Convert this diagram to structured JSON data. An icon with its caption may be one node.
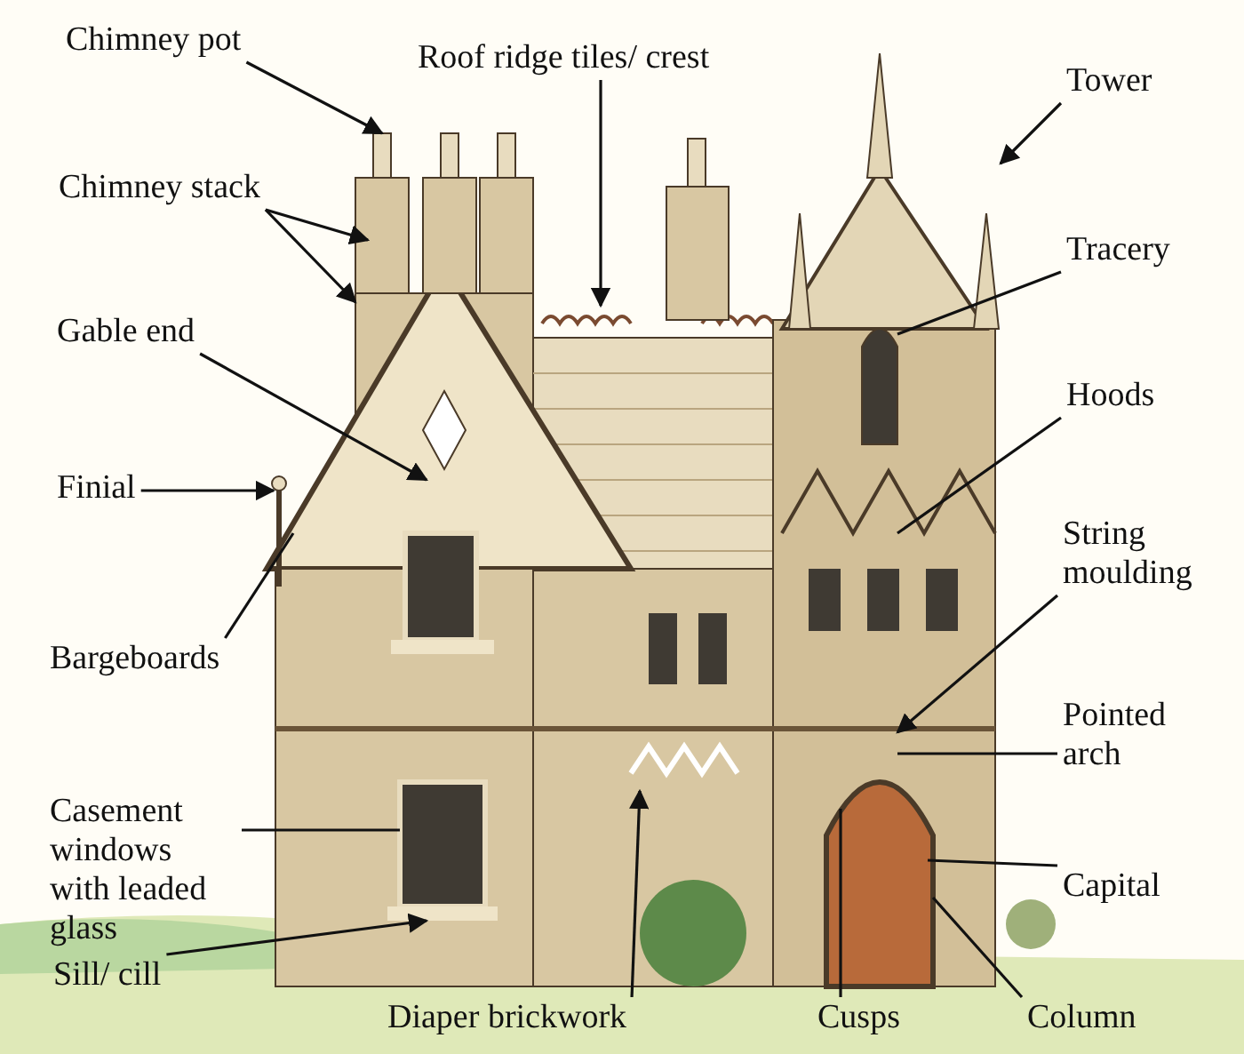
{
  "diagram": {
    "nodes": [
      {
        "text": [
          "Chimney pot"
        ]
      },
      {
        "text": [
          "Roof ridge tiles/ crest"
        ]
      },
      {
        "text": [
          "Tower"
        ]
      },
      {
        "text": [
          "Chimney stack"
        ]
      },
      {
        "text": [
          "Tracery"
        ]
      },
      {
        "text": [
          "Gable end"
        ]
      },
      {
        "text": [
          "Hoods"
        ]
      },
      {
        "text": [
          "Finial"
        ]
      },
      {
        "text": [
          "String moulding"
        ]
      },
      {
        "text": [
          "Bargeboards"
        ]
      },
      {
        "text": [
          "Pointed arch"
        ]
      },
      {
        "text": [
          "Casement windows with leaded glass"
        ]
      },
      {
        "text": [
          "Capital"
        ]
      },
      {
        "text": [
          "Sill/ cill"
        ]
      },
      {
        "text": [
          "Diaper brickwork"
        ]
      },
      {
        "text": [
          "Cusps"
        ]
      },
      {
        "text": [
          "Column"
        ]
      }
    ],
    "edges": [
      {
        "from": 0,
        "to": null,
        "arrow": "to"
      },
      {
        "from": 1,
        "to": null,
        "arrow": "to"
      },
      {
        "from": 2,
        "to": null,
        "arrow": "to"
      },
      {
        "from": 3,
        "to": null,
        "arrow": "to"
      },
      {
        "from": 3,
        "to": null,
        "arrow": "to"
      },
      {
        "from": 4,
        "to": null,
        "arrow": "none"
      },
      {
        "from": 5,
        "to": null,
        "arrow": "to"
      },
      {
        "from": 6,
        "to": null,
        "arrow": "none"
      },
      {
        "from": 7,
        "to": null,
        "arrow": "to"
      },
      {
        "from": 8,
        "to": null,
        "arrow": "to"
      },
      {
        "from": 9,
        "to": null,
        "arrow": "none"
      },
      {
        "from": 10,
        "to": null,
        "arrow": "none"
      },
      {
        "from": 11,
        "to": null,
        "arrow": "none"
      },
      {
        "from": 12,
        "to": null,
        "arrow": "none"
      },
      {
        "from": 13,
        "to": null,
        "arrow": "to"
      },
      {
        "from": 14,
        "to": null,
        "arrow": "to"
      },
      {
        "from": 15,
        "to": null,
        "arrow": "none"
      },
      {
        "from": 16,
        "to": null,
        "arrow": "none"
      }
    ]
  }
}
